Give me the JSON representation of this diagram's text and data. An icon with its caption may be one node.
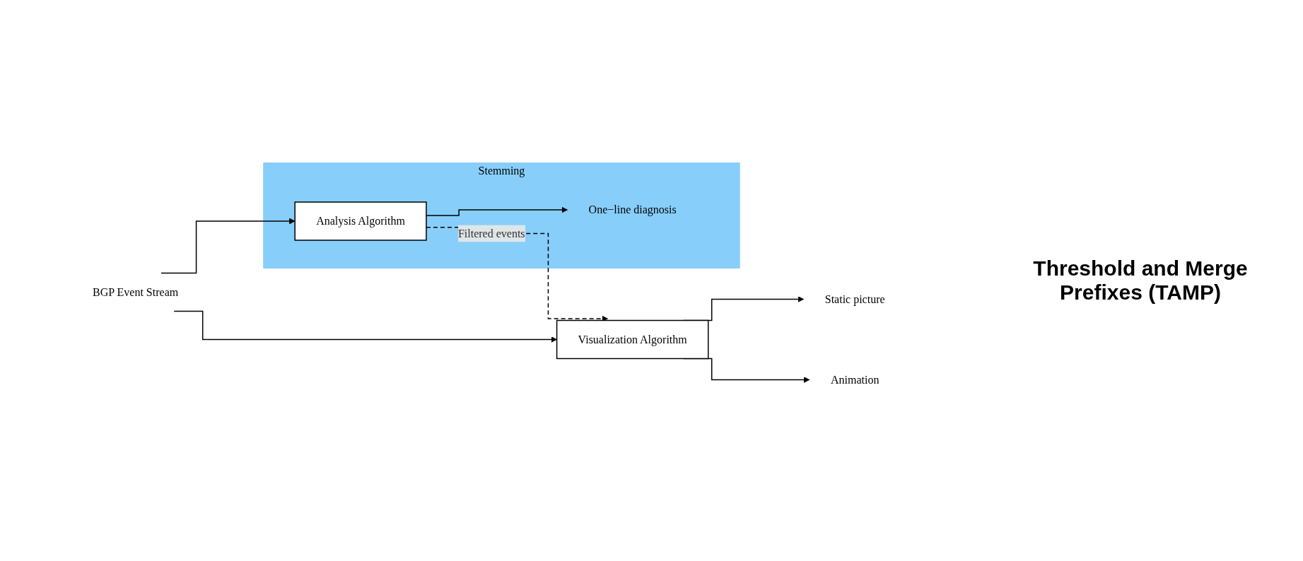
{
  "diagram": {
    "nodes": [
      {
        "text": [
          "Visualization Algorithm"
        ]
      },
      {
        "text": [
          "Static picture"
        ]
      },
      {
        "text": [
          "Animation"
        ]
      },
      {
        "text": [
          "BGP Event Stream"
        ]
      },
      {
        "text": [
          "Stemming"
        ]
      },
      {
        "text": [
          "Analysis Algorithm"
        ],
        "in": 4
      },
      {
        "text": [
          "One−line diagnosis"
        ],
        "in": 4
      }
    ],
    "edges": [
      {
        "from": 3,
        "to": 0,
        "arrow": "to"
      },
      {
        "from": 3,
        "to": 5,
        "arrow": "to"
      },
      {
        "from": 0,
        "to": 1,
        "arrow": "to"
      },
      {
        "from": 0,
        "to": 2,
        "arrow": "to"
      },
      {
        "from": 5,
        "to": 0,
        "arrow": "to",
        "style": "dashed",
        "label": "Filtered events"
      },
      {
        "from": 5,
        "to": 6,
        "arrow": "to"
      }
    ],
    "labels": [
      "Threshold and Merge Prefixes (TAMP)"
    ]
  }
}
